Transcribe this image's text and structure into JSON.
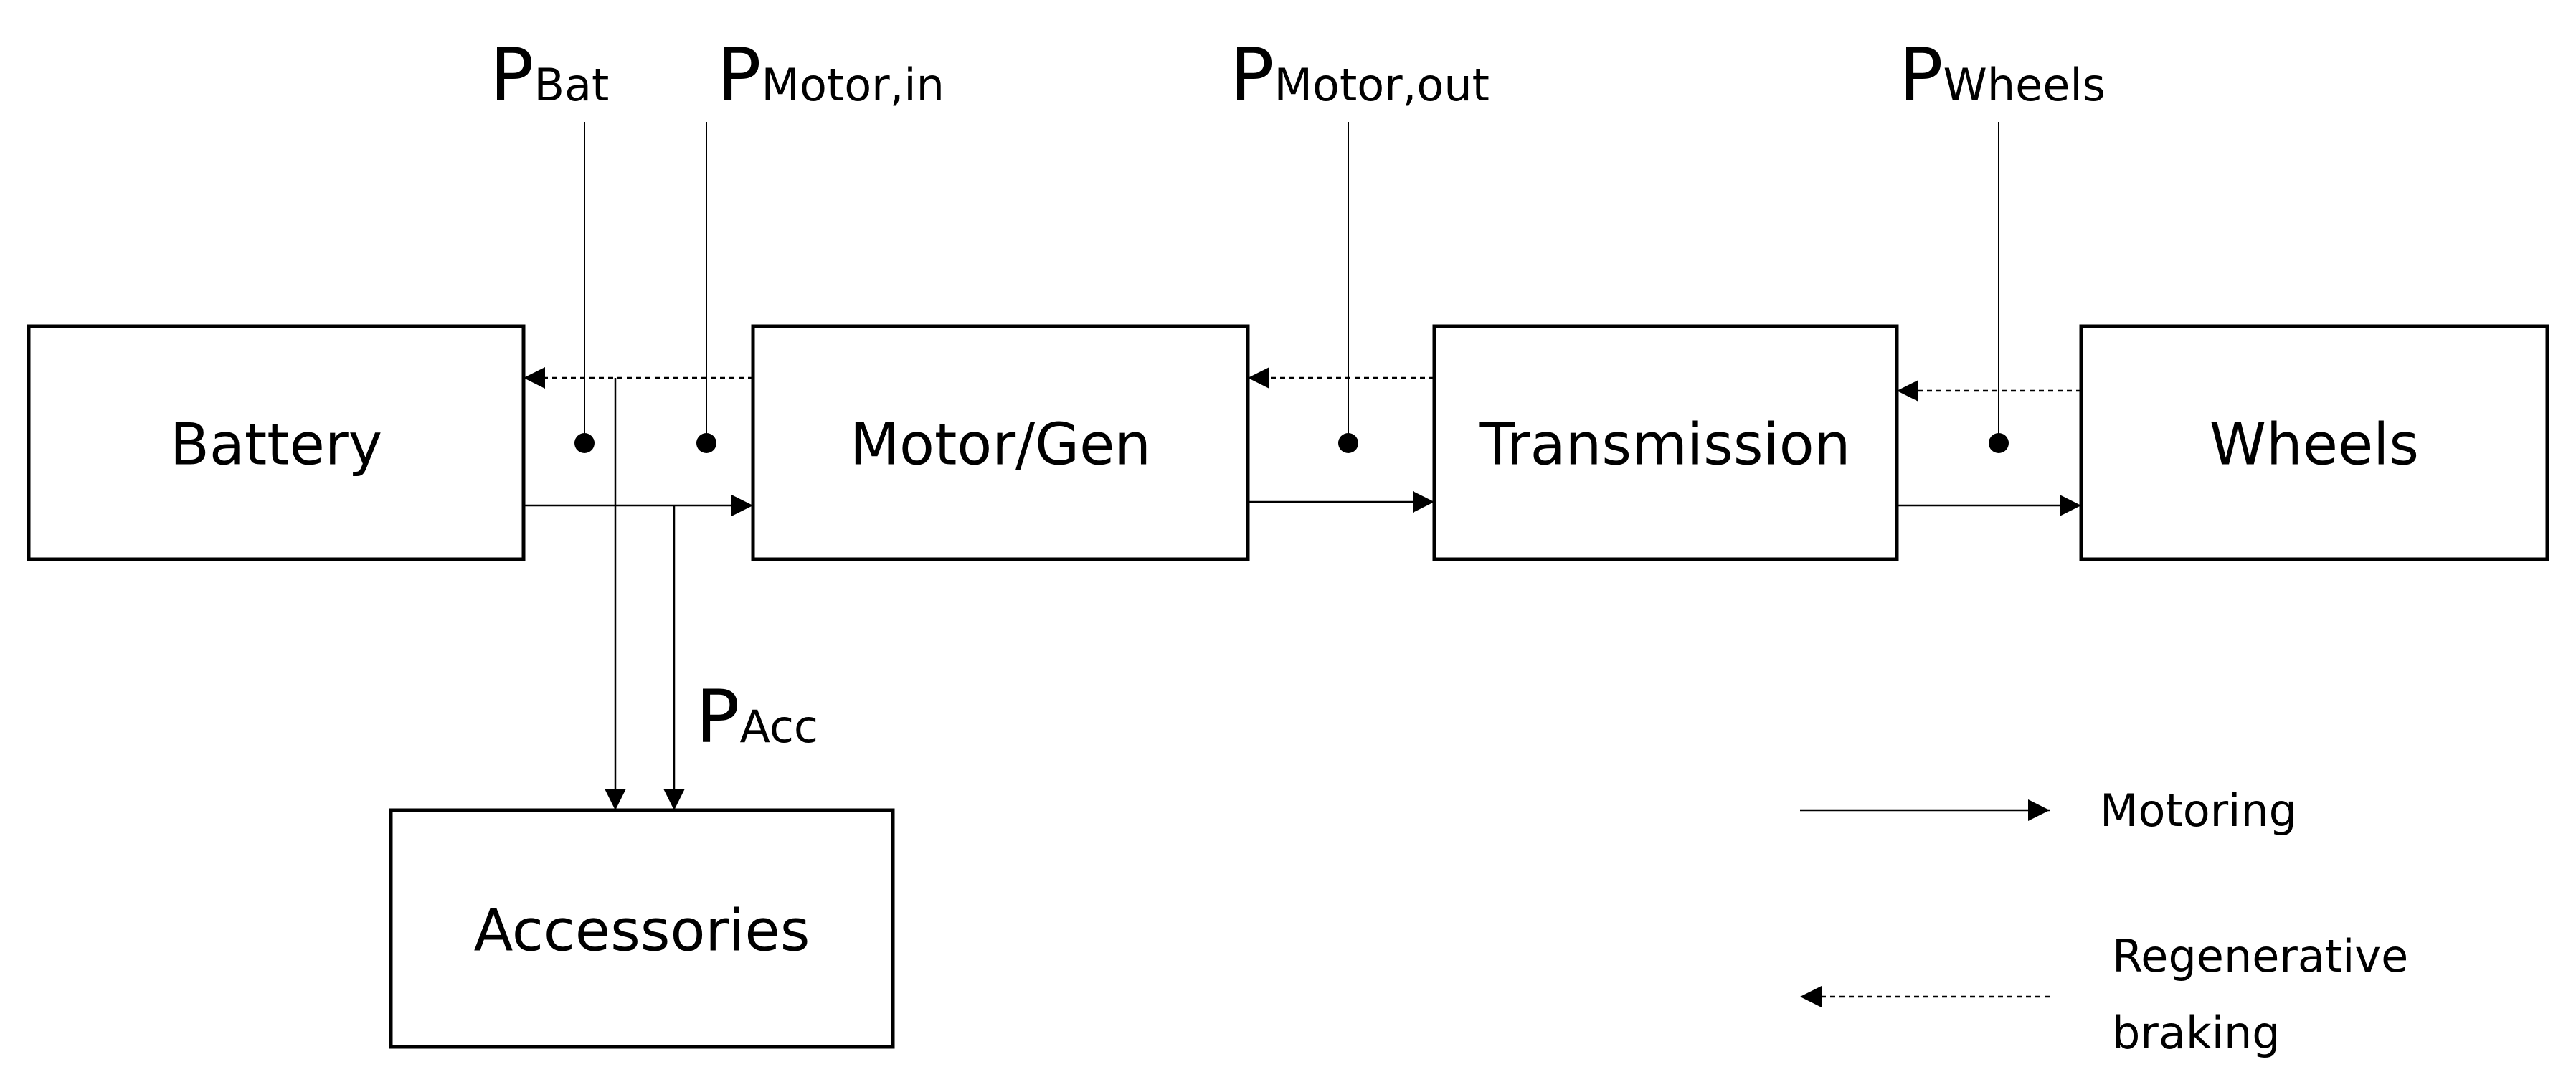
{
  "blocks": {
    "battery": "Battery",
    "motor_gen": "Motor/Gen",
    "transmission": "Transmission",
    "wheels": "Wheels",
    "accessories": "Accessories"
  },
  "power_labels": {
    "symbol": "P",
    "bat": "Bat",
    "motor_in": "Motor,in",
    "motor_out": "Motor,out",
    "wheels": "Wheels",
    "acc": "Acc"
  },
  "legend": {
    "motoring": "Motoring",
    "regen_line1": "Regenerative",
    "regen_line2": "braking"
  }
}
